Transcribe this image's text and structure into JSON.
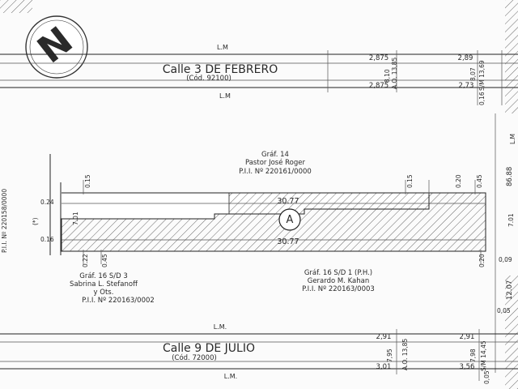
{
  "north": {
    "letter": "N",
    "icon": "north-arrow-icon"
  },
  "street_north": {
    "name": "Calle 3 DE FEBRERO",
    "code": "(Cód. 92100)"
  },
  "street_south": {
    "name": "Calle 9 DE JULIO",
    "code": "(Cód. 72000)"
  },
  "lm_label": "L.M",
  "lm_label_caps": "L.M.",
  "top_dims": {
    "w_top_left": "2,875",
    "w_bottom_left": "2,875",
    "ao": "A.O. 13,85",
    "inner": "8,10",
    "w_top_right": "2,89",
    "sm": "S/M 13,69",
    "inner_right": "8,07",
    "w_bottom_right": "2,73",
    "corner_small": "0,16"
  },
  "bottom_dims": {
    "w_top_left": "2,91",
    "w_bottom_left": "3,01",
    "ao": "A.O. 13,85",
    "inner": "7,95",
    "w_top_right": "2,91",
    "sm": "S/M 14,45",
    "inner_right": "7,98",
    "w_bottom_right": "3,56",
    "corner_small": "0,05"
  },
  "owner_north": {
    "graf": "Gráf. 14",
    "name": "Pastor José Roger",
    "pii": "P.I.I. Nº 220161/0000"
  },
  "owner_sw": {
    "graf": "Gráf. 16 S/D 3",
    "name": "Sabrina L. Stefanoff",
    "name2": "y Ots.",
    "pii": "P.I.I. Nº 220163/0002"
  },
  "owner_se": {
    "graf": "Gráf. 16 S/D 1 (P.H.)",
    "name": "Gerardo M. Kahan",
    "pii": "P.I.I. Nº 220163/0003"
  },
  "left_owner": {
    "pii": "P.I.I. Nº 220158/0000",
    "mark": "(*)"
  },
  "lot": {
    "label": "A",
    "len_top": "30.77",
    "len_bottom": "30.77",
    "depth": "7.01",
    "depth_right": "7.01",
    "top_off_left": "0.15",
    "top_off_mid": "0.15",
    "top_off_right1": "0.20",
    "top_off_right2": "0.45",
    "bot_off_left1": "0.22",
    "bot_off_left2": "0.45",
    "bot_off_right": "0.20",
    "left_top": "0.24",
    "left_bot": "0.16"
  },
  "right_dims": {
    "upper": "86.88",
    "lm": "L.M",
    "lower": "12.07",
    "side1": "0,09",
    "side2": "0,05"
  }
}
